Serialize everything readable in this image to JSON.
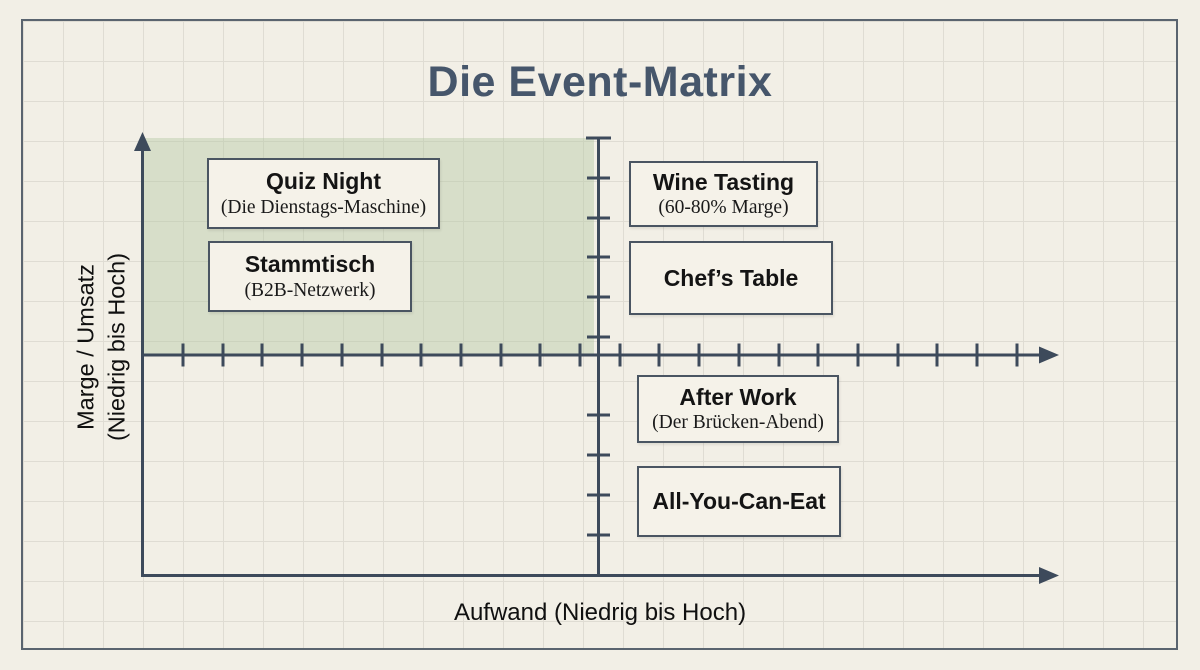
{
  "title": "Die Event-Matrix",
  "colors": {
    "background": "#f2efe6",
    "grid_line": "#dfdcd3",
    "frame_border": "#5a646f",
    "axis": "#3d4a5b",
    "highlight_quadrant": "#dce4d4",
    "box_background": "#f5f2e9",
    "box_border": "#4a5562",
    "title_text": "#46566b"
  },
  "y_axis": {
    "label_line1": "Marge / Umsatz",
    "label_line2": "(Niedrig bis Hoch)"
  },
  "x_axis": {
    "label": "Aufwand (Niedrig bis Hoch)"
  },
  "boxes": [
    {
      "title": "Quiz Night",
      "subtitle": "(Die Dienstags-Maschine)",
      "quadrant": "high-margin-low-effort"
    },
    {
      "title": "Stammtisch",
      "subtitle": "(B2B-Netzwerk)",
      "quadrant": "high-margin-low-effort"
    },
    {
      "title": "Wine Tasting",
      "subtitle": "(60-80% Marge)",
      "quadrant": "high-margin-high-effort"
    },
    {
      "title": "Chef’s Table",
      "subtitle": "",
      "quadrant": "high-margin-high-effort"
    },
    {
      "title": "After Work",
      "subtitle": "(Der Brücken-Abend)",
      "quadrant": "low-margin-high-effort"
    },
    {
      "title": "All-You-Can-Eat",
      "subtitle": "",
      "quadrant": "low-margin-high-effort"
    }
  ]
}
